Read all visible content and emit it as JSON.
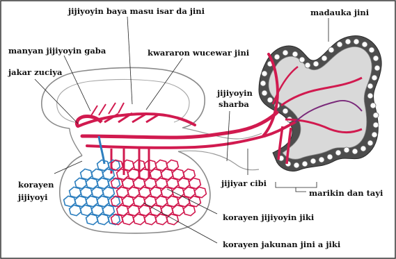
{
  "labels": {
    "top_center": "jijiyoyin baya masu isar da jini",
    "top_right": "madauka jini",
    "upper_left": "manyan jijiyoyin gaba",
    "middle_top": "kwararon wucewar jini",
    "left_mid": "jakar zuciya",
    "mid_right_line1": "jijiyoyin",
    "mid_right_line2": "sharba",
    "left_lower_line1": "korayen",
    "left_lower_line2": "jijiyoyi",
    "center_bottom": "jijiyar cibi",
    "right_bottom": "marikin dan tayi",
    "bottom_line1": "korayen jijiyoyin jiki",
    "bottom_line2": "korayen jakunan jini a jiki"
  },
  "colors": {
    "artery": "#d11a4f",
    "vein": "#2d7fbf",
    "tissue_dark": "#4a4a4a",
    "tissue_light": "#cfcfcf",
    "outline": "#888888"
  }
}
